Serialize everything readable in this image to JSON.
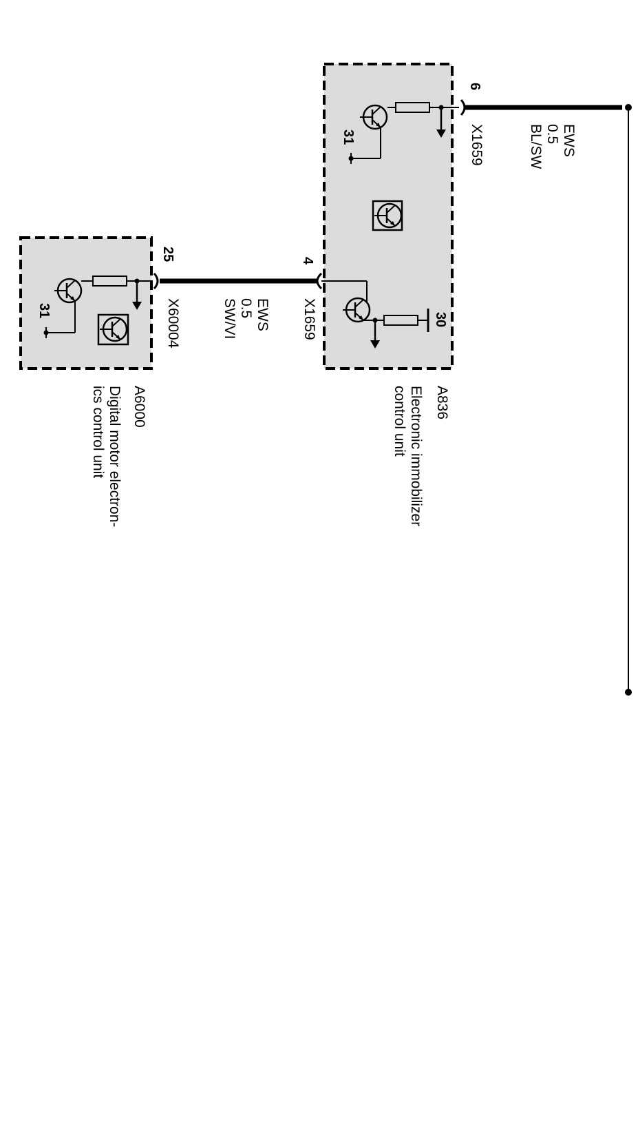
{
  "colors": {
    "background": "#ffffff",
    "module_fill": "#dcdcdc",
    "ink": "#000000"
  },
  "modules": [
    {
      "id": "A836",
      "name_line1": "Electronic immobilizer",
      "name_line2": "control unit",
      "pin_30": "30",
      "pin_31": "31",
      "icon": "transistor-symbol-icon"
    },
    {
      "id": "A6000",
      "name_line1": "Digital motor electron-",
      "name_line2": "ics control unit",
      "pin_31": "31",
      "icon": "transistor-symbol-icon"
    }
  ],
  "wires": [
    {
      "pin_from": "6",
      "connector": "X1659",
      "signal": "EWS",
      "gauge": "0.5",
      "color": "BL/SW"
    },
    {
      "pin_from": "4",
      "pin_to": "25",
      "connector_from": "X1659",
      "connector_to": "X60004",
      "signal": "EWS",
      "gauge": "0.5",
      "color": "SW/VI"
    }
  ]
}
